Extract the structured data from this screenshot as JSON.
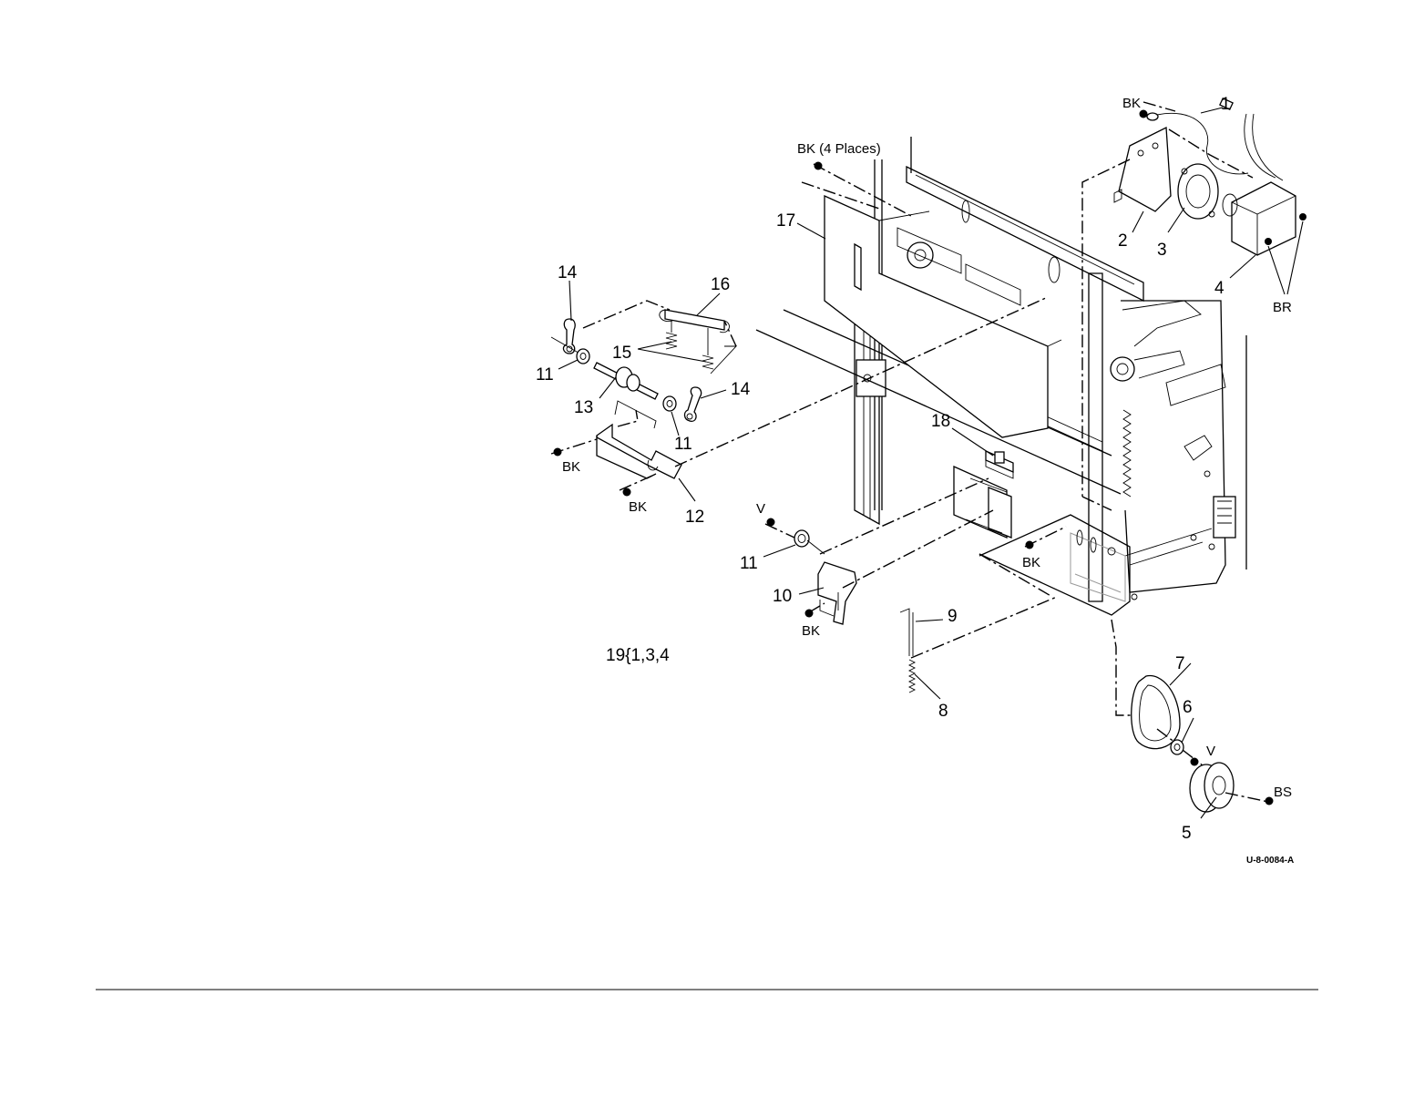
{
  "figure": {
    "id_label": "U-8-0084-A",
    "kit_note": "19{1,3,4"
  },
  "callouts": {
    "c1": "1",
    "c2": "2",
    "c3": "3",
    "c4": "4",
    "c5": "5",
    "c6": "6",
    "c7": "7",
    "c8": "8",
    "c9": "9",
    "c10": "10",
    "c11a": "11",
    "c11b": "11",
    "c11c": "11",
    "c12": "12",
    "c13": "13",
    "c14a": "14",
    "c14b": "14",
    "c15": "15",
    "c16": "16",
    "c17": "17",
    "c18": "18"
  },
  "fasteners": {
    "bk_top": "BK",
    "bk_4places": "BK (4 Places)",
    "br": "BR",
    "bk_left1": "BK",
    "bk_left2": "BK",
    "v_mid": "V",
    "bk_mid": "BK",
    "bk_bottom": "BK",
    "v_pulley": "V",
    "bs_pulley": "BS"
  }
}
